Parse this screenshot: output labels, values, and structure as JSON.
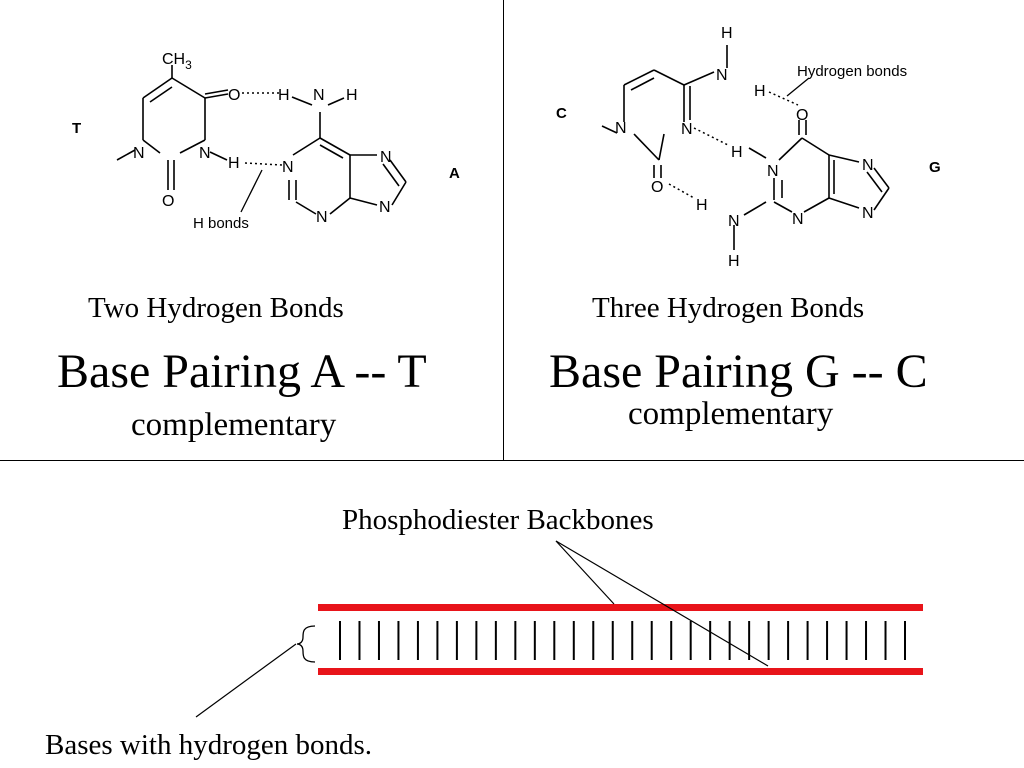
{
  "at_panel": {
    "left_code": "T",
    "right_code": "A",
    "methyl": "CH3",
    "bond_label": "H bonds",
    "caption": "Two Hydrogen Bonds",
    "title": "Base Pairing A -- T",
    "subtitle": "complementary"
  },
  "gc_panel": {
    "left_code": "C",
    "right_code": "G",
    "bond_label": "Hydrogen bonds",
    "caption": "Three Hydrogen Bonds",
    "title": "Base Pairing G -- C",
    "subtitle": "complementary"
  },
  "dna_panel": {
    "backbone_label": "Phosphodiester Backbones",
    "bases_label": "Bases with hydrogen bonds.",
    "rung_count": 30,
    "backbone_color": "#e8141a"
  }
}
